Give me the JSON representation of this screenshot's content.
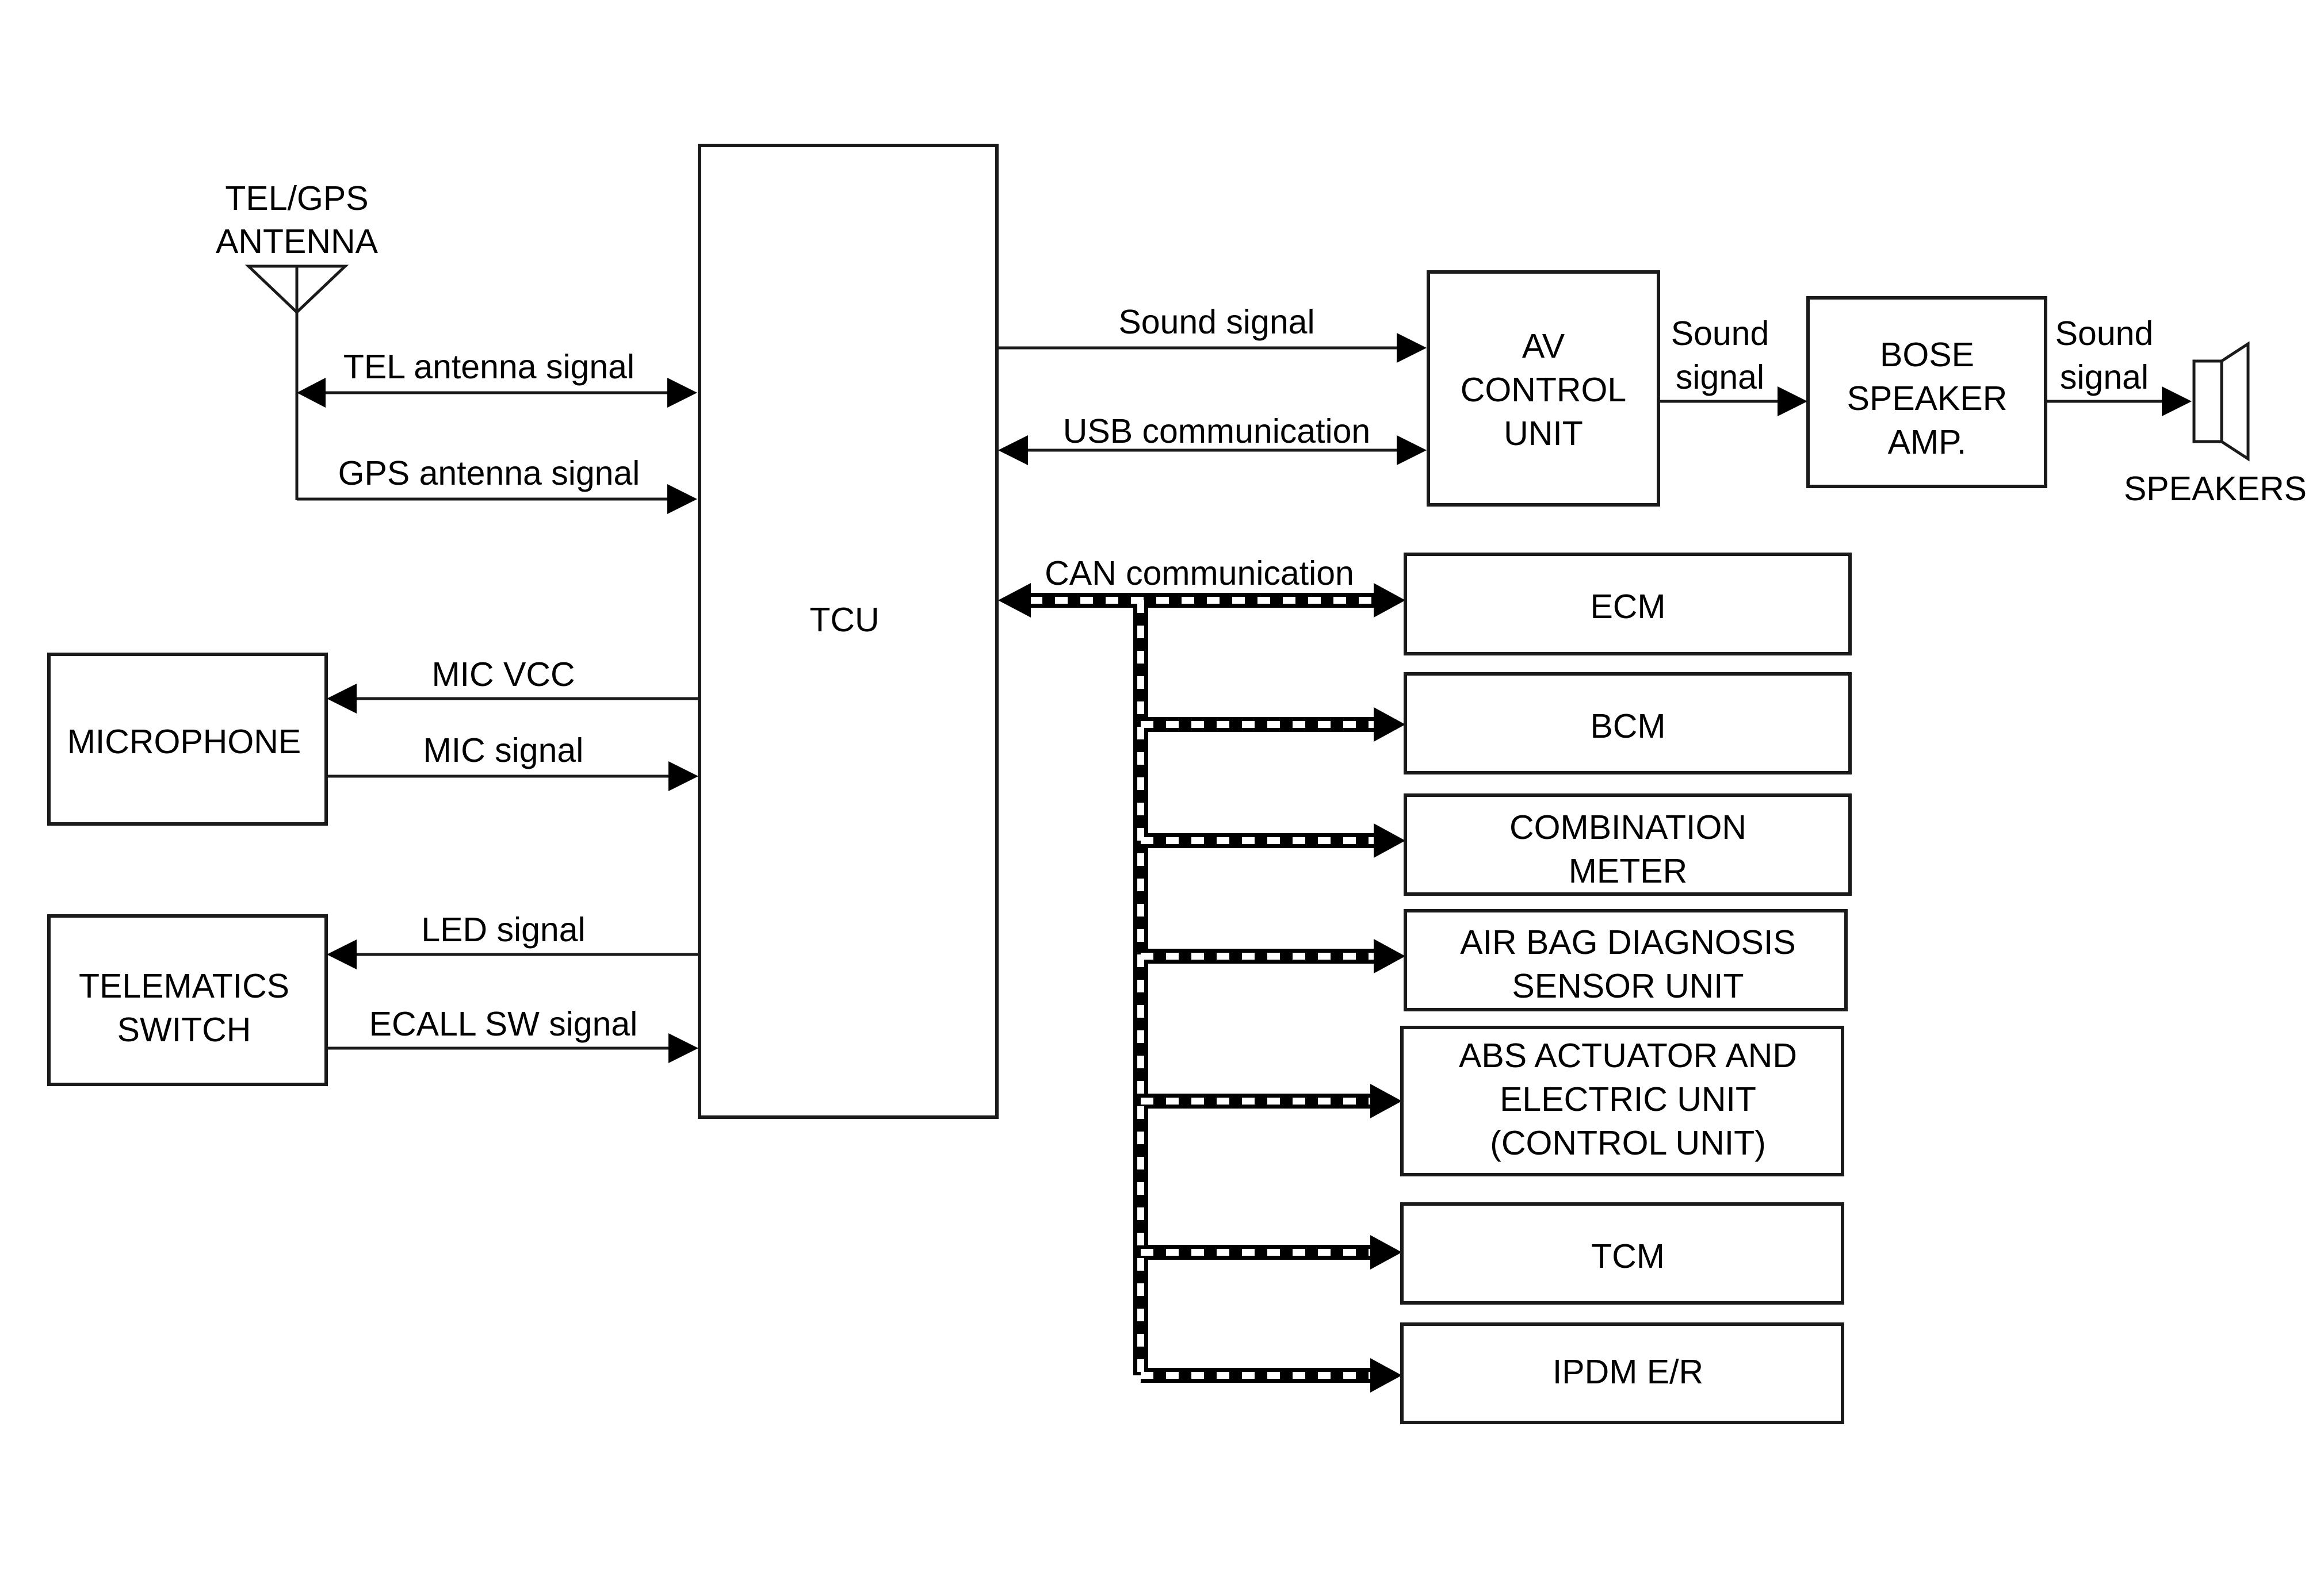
{
  "antenna": {
    "line1": "TEL/GPS",
    "line2": "ANTENNA"
  },
  "signals": {
    "tel_antenna": "TEL antenna signal",
    "gps_antenna": "GPS antenna signal",
    "mic_vcc": "MIC VCC",
    "mic_signal": "MIC signal",
    "led_signal": "LED signal",
    "ecall_sw": "ECALL SW signal",
    "sound_signal": "Sound signal",
    "usb_comm": "USB communication",
    "can_comm": "CAN communication",
    "sound_signal_2": {
      "line1": "Sound",
      "line2": "signal"
    },
    "sound_signal_3": {
      "line1": "Sound",
      "line2": "signal"
    }
  },
  "blocks": {
    "tcu": "TCU",
    "microphone": "MICROPHONE",
    "telematics_switch": {
      "line1": "TELEMATICS",
      "line2": "SWITCH"
    },
    "av_control_unit": {
      "line1": "AV",
      "line2": "CONTROL",
      "line3": "UNIT"
    },
    "bose_amp": {
      "line1": "BOSE",
      "line2": "SPEAKER",
      "line3": "AMP."
    },
    "speakers": "SPEAKERS",
    "ecm": "ECM",
    "bcm": "BCM",
    "combination_meter": {
      "line1": "COMBINATION",
      "line2": "METER"
    },
    "airbag": {
      "line1": "AIR BAG DIAGNOSIS",
      "line2": "SENSOR UNIT"
    },
    "abs": {
      "line1": "ABS ACTUATOR AND",
      "line2": "ELECTRIC UNIT",
      "line3": "(CONTROL UNIT)"
    },
    "tcm": "TCM",
    "ipdm": "IPDM E/R"
  }
}
